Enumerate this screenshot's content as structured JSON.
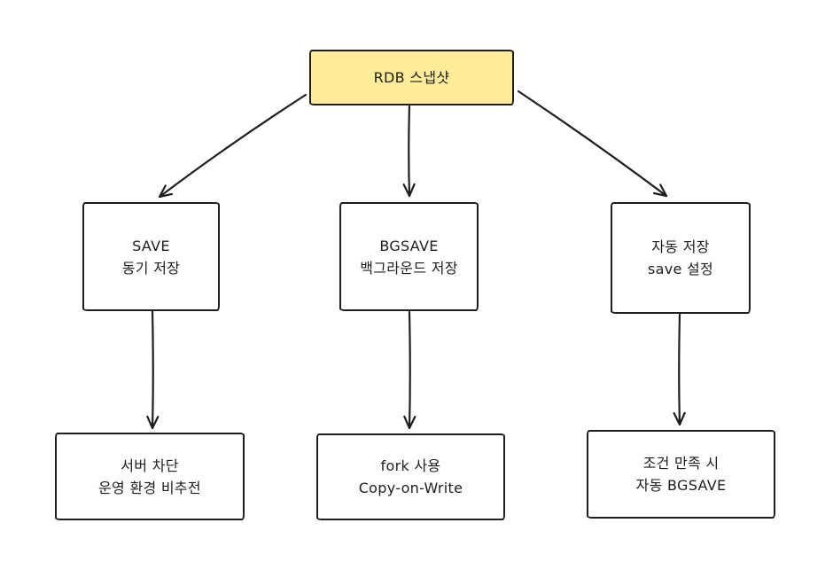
{
  "diagram": {
    "background_color": "#ffffff",
    "stroke_color": "#1e1e1e",
    "accent_fill_color": "#ffec99",
    "nodes": {
      "rdb": {
        "line1": "RDB 스냅샷"
      },
      "save": {
        "line1": "SAVE",
        "line2": "동기 저장"
      },
      "bgsave": {
        "line1": "BGSAVE",
        "line2": "백그라운드 저장"
      },
      "autosave": {
        "line1": "자동 저장",
        "line2": "save 설정"
      },
      "save_detail": {
        "line1": "서버 차단",
        "line2": "운영 환경 비추전"
      },
      "bgsave_detail": {
        "line1": "fork 사용",
        "line2": "Copy-on-Write"
      },
      "autosave_detail": {
        "line1": "조건 만족 시",
        "line2": "자동 BGSAVE"
      }
    },
    "edges": [
      {
        "from": "rdb",
        "to": "save"
      },
      {
        "from": "rdb",
        "to": "bgsave"
      },
      {
        "from": "rdb",
        "to": "autosave"
      },
      {
        "from": "save",
        "to": "save_detail"
      },
      {
        "from": "bgsave",
        "to": "bgsave_detail"
      },
      {
        "from": "autosave",
        "to": "autosave_detail"
      }
    ]
  }
}
